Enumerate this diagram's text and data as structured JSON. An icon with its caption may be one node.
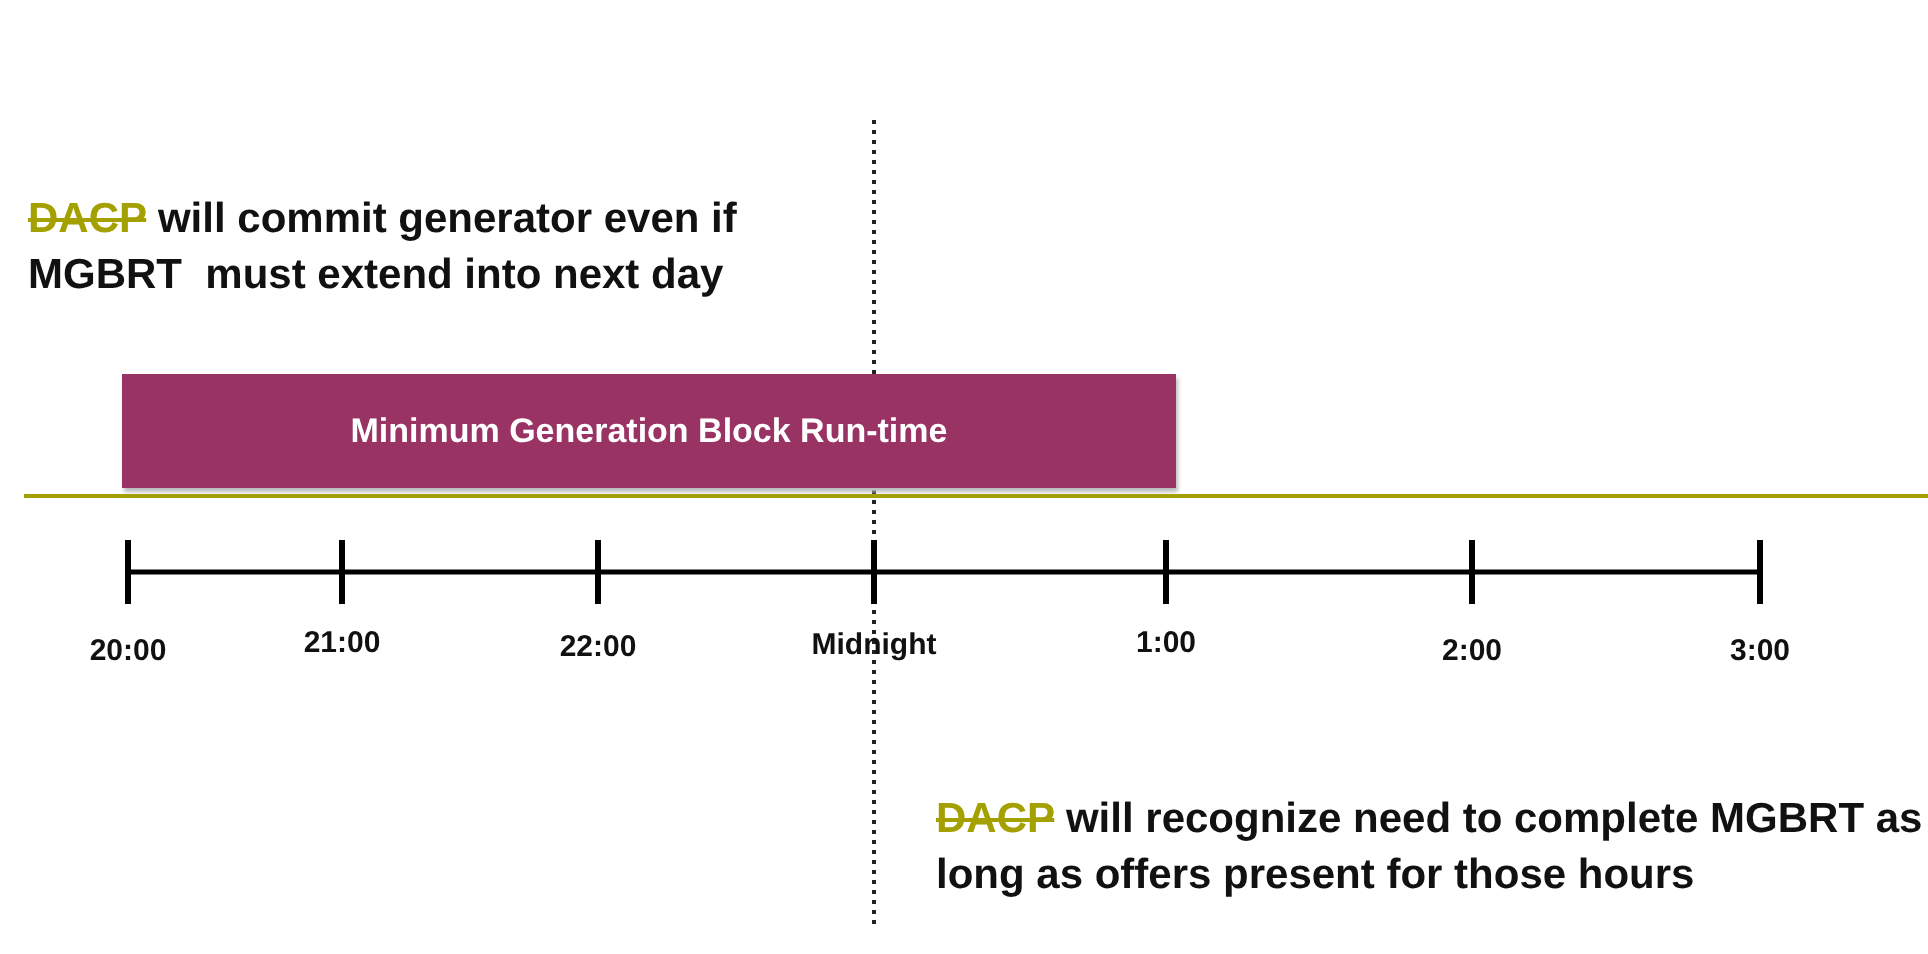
{
  "diagram": {
    "nodes": [
      {
        "text": [
          "Minimum Generation Block Run-time"
        ]
      }
    ],
    "labels": [
      "DACP",
      "will commit generator even if MGBRT  must extend into next day",
      "20:00",
      "21:00",
      "22:00",
      "Midnight",
      "1:00",
      "2:00",
      "3:00",
      "DACP",
      "will recognize need to complete MGBRT as long as offers present for those hours"
    ]
  }
}
